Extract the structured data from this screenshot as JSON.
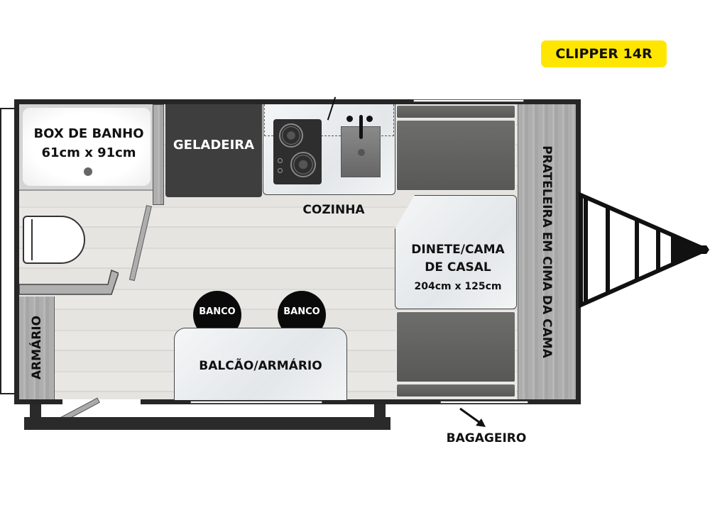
{
  "badge": {
    "title": "CLIPPER 14R",
    "color": "#ffe600"
  },
  "rooms": {
    "shower": {
      "title": "BOX DE BANHO",
      "size": "61cm x 91cm"
    },
    "fridge": "GELADEIRA",
    "kitchen": "COZINHA",
    "dinette": {
      "title_line1": "DINETE/CAMA",
      "title_line2": "DE CASAL",
      "size": "204cm x 125cm"
    },
    "shelf": "PRATELEIRA EM CIMA DA CAMA",
    "wardrobe": "ARMÁRIO",
    "stool_1": "BANCO",
    "stool_2": "BANCO",
    "counter": "BALCÃO/ARMÁRIO",
    "storage": "BAGAGEIRO"
  }
}
